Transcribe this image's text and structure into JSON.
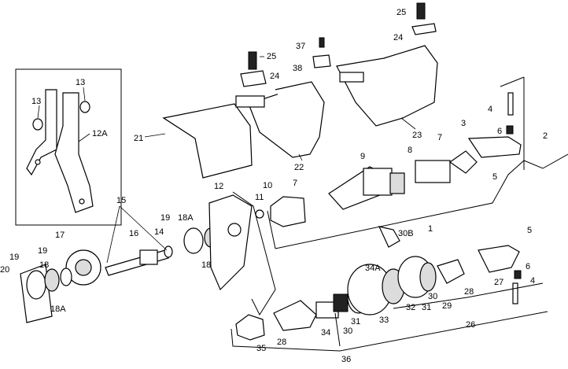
{
  "callouts": [
    {
      "id": "c25a",
      "text": "25"
    },
    {
      "id": "c24a",
      "text": "24"
    },
    {
      "id": "c37",
      "text": "37"
    },
    {
      "id": "c38",
      "text": "38"
    },
    {
      "id": "c25b",
      "text": "25"
    },
    {
      "id": "c24b",
      "text": "24"
    },
    {
      "id": "c13a",
      "text": "13"
    },
    {
      "id": "c13b",
      "text": "13"
    },
    {
      "id": "c12a",
      "text": "12A"
    },
    {
      "id": "c21",
      "text": "21"
    },
    {
      "id": "c22",
      "text": "22"
    },
    {
      "id": "c23",
      "text": "23"
    },
    {
      "id": "c4a",
      "text": "4"
    },
    {
      "id": "c3",
      "text": "3"
    },
    {
      "id": "c6a",
      "text": "6"
    },
    {
      "id": "c2",
      "text": "2"
    },
    {
      "id": "c7a",
      "text": "7"
    },
    {
      "id": "c8",
      "text": "8"
    },
    {
      "id": "c5a",
      "text": "5"
    },
    {
      "id": "c9",
      "text": "9"
    },
    {
      "id": "c10",
      "text": "10"
    },
    {
      "id": "c7b",
      "text": "7"
    },
    {
      "id": "c11",
      "text": "11"
    },
    {
      "id": "c12",
      "text": "12"
    },
    {
      "id": "c15",
      "text": "15"
    },
    {
      "id": "c1",
      "text": "1"
    },
    {
      "id": "c19a",
      "text": "19"
    },
    {
      "id": "c18a",
      "text": "18A"
    },
    {
      "id": "c14",
      "text": "14"
    },
    {
      "id": "c16",
      "text": "16"
    },
    {
      "id": "c17",
      "text": "17"
    },
    {
      "id": "c18b",
      "text": "18"
    },
    {
      "id": "c30b",
      "text": "30B"
    },
    {
      "id": "c5b",
      "text": "5"
    },
    {
      "id": "c19b",
      "text": "19"
    },
    {
      "id": "c19c",
      "text": "19"
    },
    {
      "id": "c20",
      "text": "20"
    },
    {
      "id": "c18c",
      "text": "18"
    },
    {
      "id": "c18d",
      "text": "18A"
    },
    {
      "id": "c34a",
      "text": "34A"
    },
    {
      "id": "c6b",
      "text": "6"
    },
    {
      "id": "c27",
      "text": "27"
    },
    {
      "id": "c4b",
      "text": "4"
    },
    {
      "id": "c28a",
      "text": "28"
    },
    {
      "id": "c30a",
      "text": "30"
    },
    {
      "id": "c31a",
      "text": "31"
    },
    {
      "id": "c29",
      "text": "29"
    },
    {
      "id": "c32",
      "text": "32"
    },
    {
      "id": "c33",
      "text": "33"
    },
    {
      "id": "c31b",
      "text": "31"
    },
    {
      "id": "c30c",
      "text": "30"
    },
    {
      "id": "c34",
      "text": "34"
    },
    {
      "id": "c26",
      "text": "26"
    },
    {
      "id": "c28b",
      "text": "28"
    },
    {
      "id": "c35",
      "text": "35"
    },
    {
      "id": "c36",
      "text": "36"
    }
  ]
}
